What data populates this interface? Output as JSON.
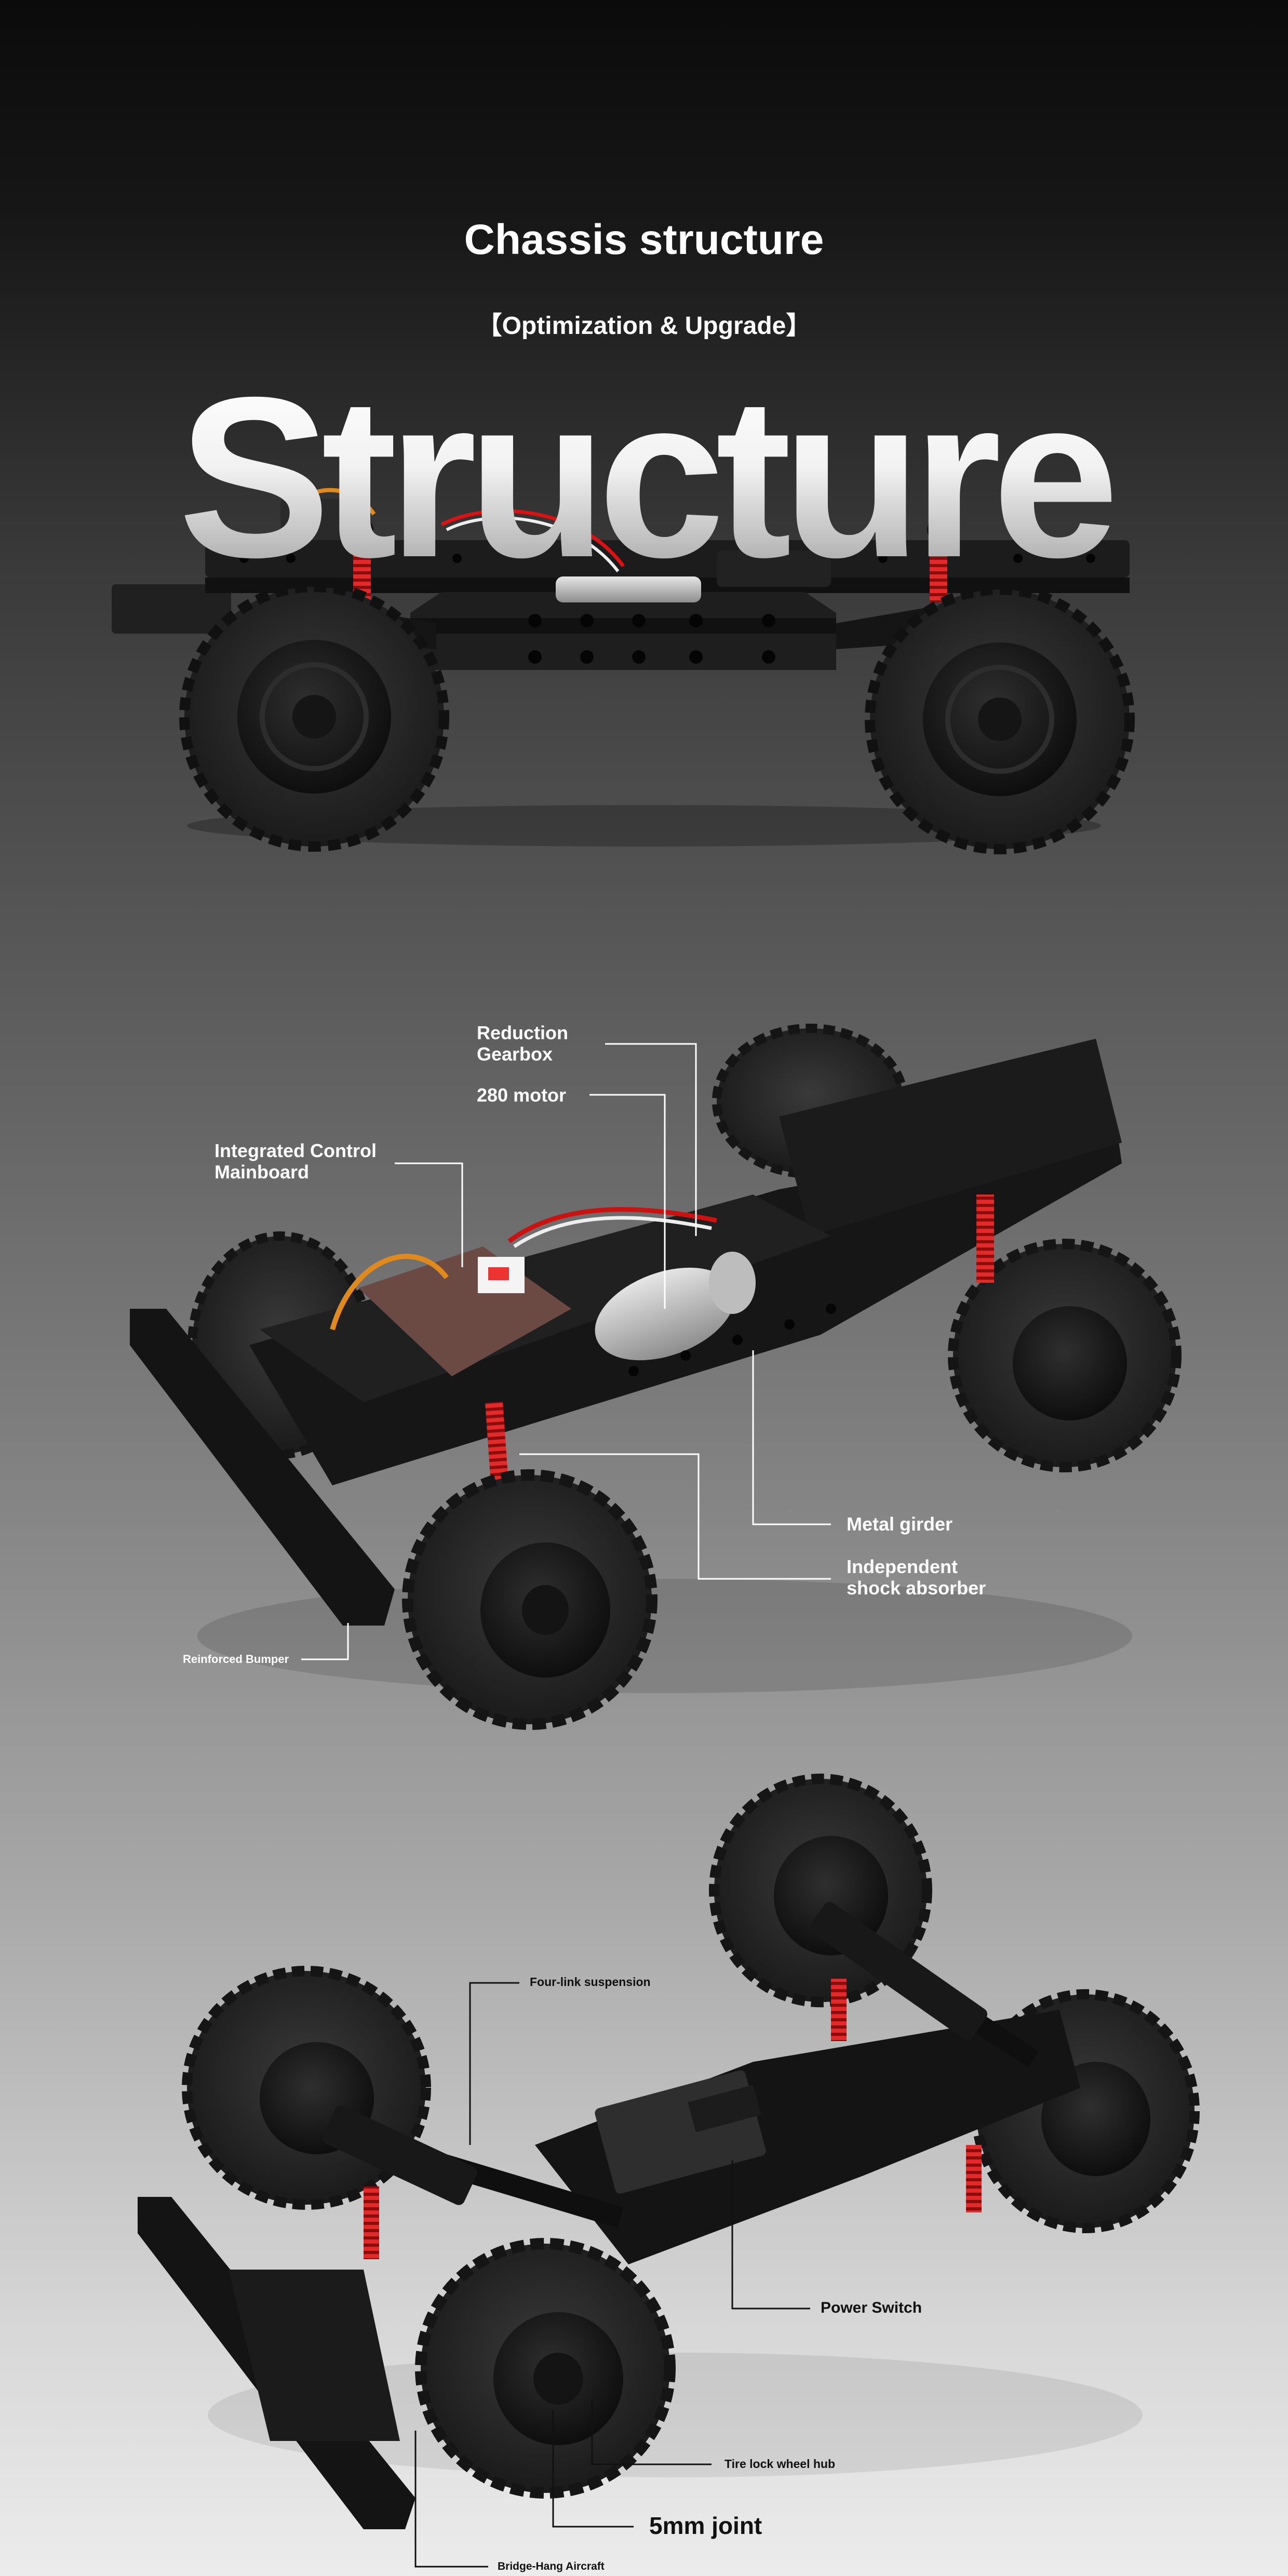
{
  "header": {
    "title": "Chassis structure",
    "subtitle": "【Optimization & Upgrade】",
    "background_word": "Structure"
  },
  "callouts": {
    "reduction_gearbox": "Reduction\nGearbox",
    "motor": "280 motor",
    "mainboard": "Integrated Control\nMainboard",
    "metal_girder": "Metal girder",
    "shock_absorber": "Independent\nshock absorber",
    "bumper": "Reinforced Bumper",
    "four_link": "Four-link suspension",
    "power_switch": "Power Switch",
    "tire_lock_hub": "Tire lock wheel hub",
    "joint": "5mm joint",
    "bridge_hang": "Bridge-Hang Aircraft"
  },
  "colors": {
    "frame": "#1b1b1b",
    "tire": "#2a2a2a",
    "spring": "#d62222",
    "leader_line": "#ffffff",
    "leader_line_dark": "#111111"
  }
}
